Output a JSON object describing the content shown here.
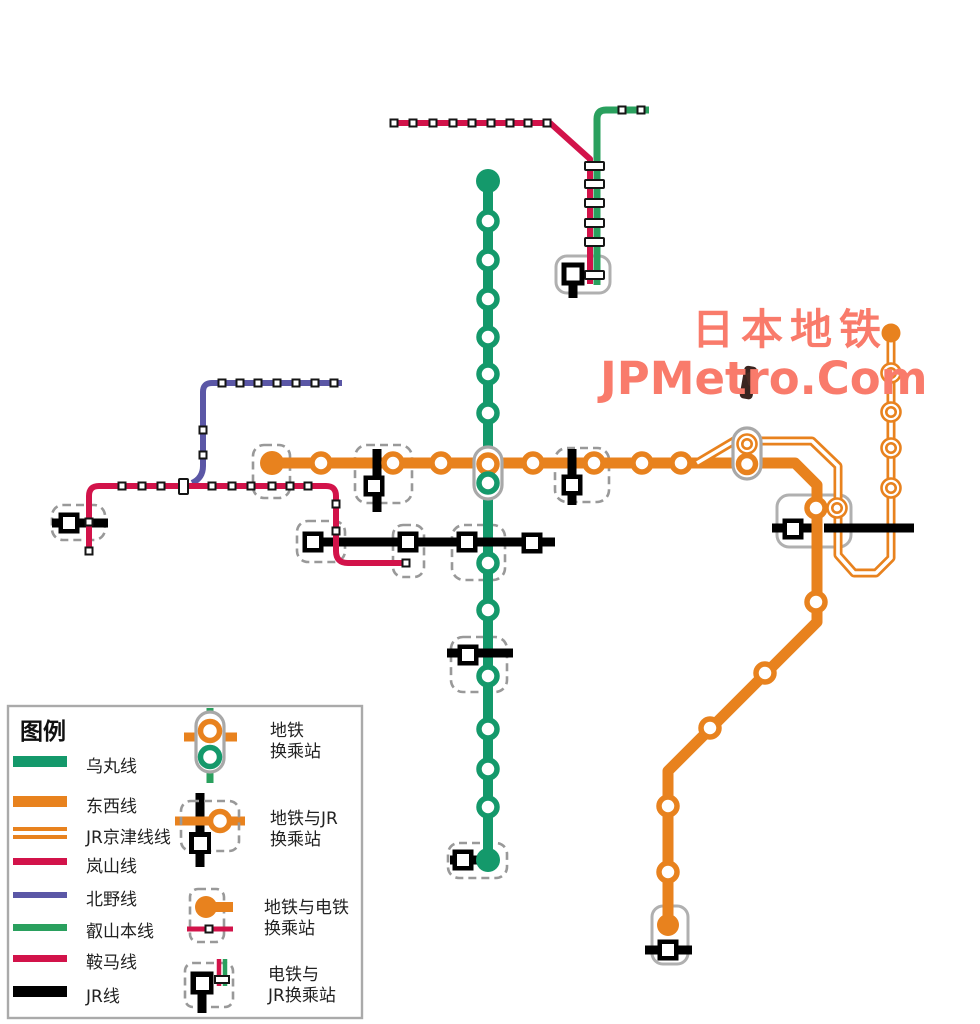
{
  "title": {
    "heading": "日本地铁",
    "brand": "JPMetro.Com",
    "accent_color": "#f97b6b"
  },
  "legend": {
    "heading": "图例",
    "lines": [
      {
        "name": "乌丸线",
        "color": "#14996b",
        "style": "solid"
      },
      {
        "name": "东西线",
        "color": "#e8821e",
        "style": "solid"
      },
      {
        "name": "JR京津线线",
        "color": "#e8821e",
        "style": "double"
      },
      {
        "name": "岚山线",
        "color": "#d2134a",
        "style": "solid"
      },
      {
        "name": "北野线",
        "color": "#5b57a6",
        "style": "solid"
      },
      {
        "name": "叡山本线",
        "color": "#2aa05e",
        "style": "solid"
      },
      {
        "name": "鞍马线",
        "color": "#d2134a",
        "style": "solid"
      },
      {
        "name": "JR线",
        "color": "#000000",
        "style": "solid"
      }
    ],
    "symbols": [
      {
        "line1": "地铁",
        "line2": "换乘站"
      },
      {
        "line1": "地铁与JR",
        "line2": "换乘站"
      },
      {
        "line1": "地铁与电铁",
        "line2": "换乘站"
      },
      {
        "line1": "电铁与",
        "line2": "JR换乘站"
      }
    ],
    "box_border_color": "#999999"
  }
}
